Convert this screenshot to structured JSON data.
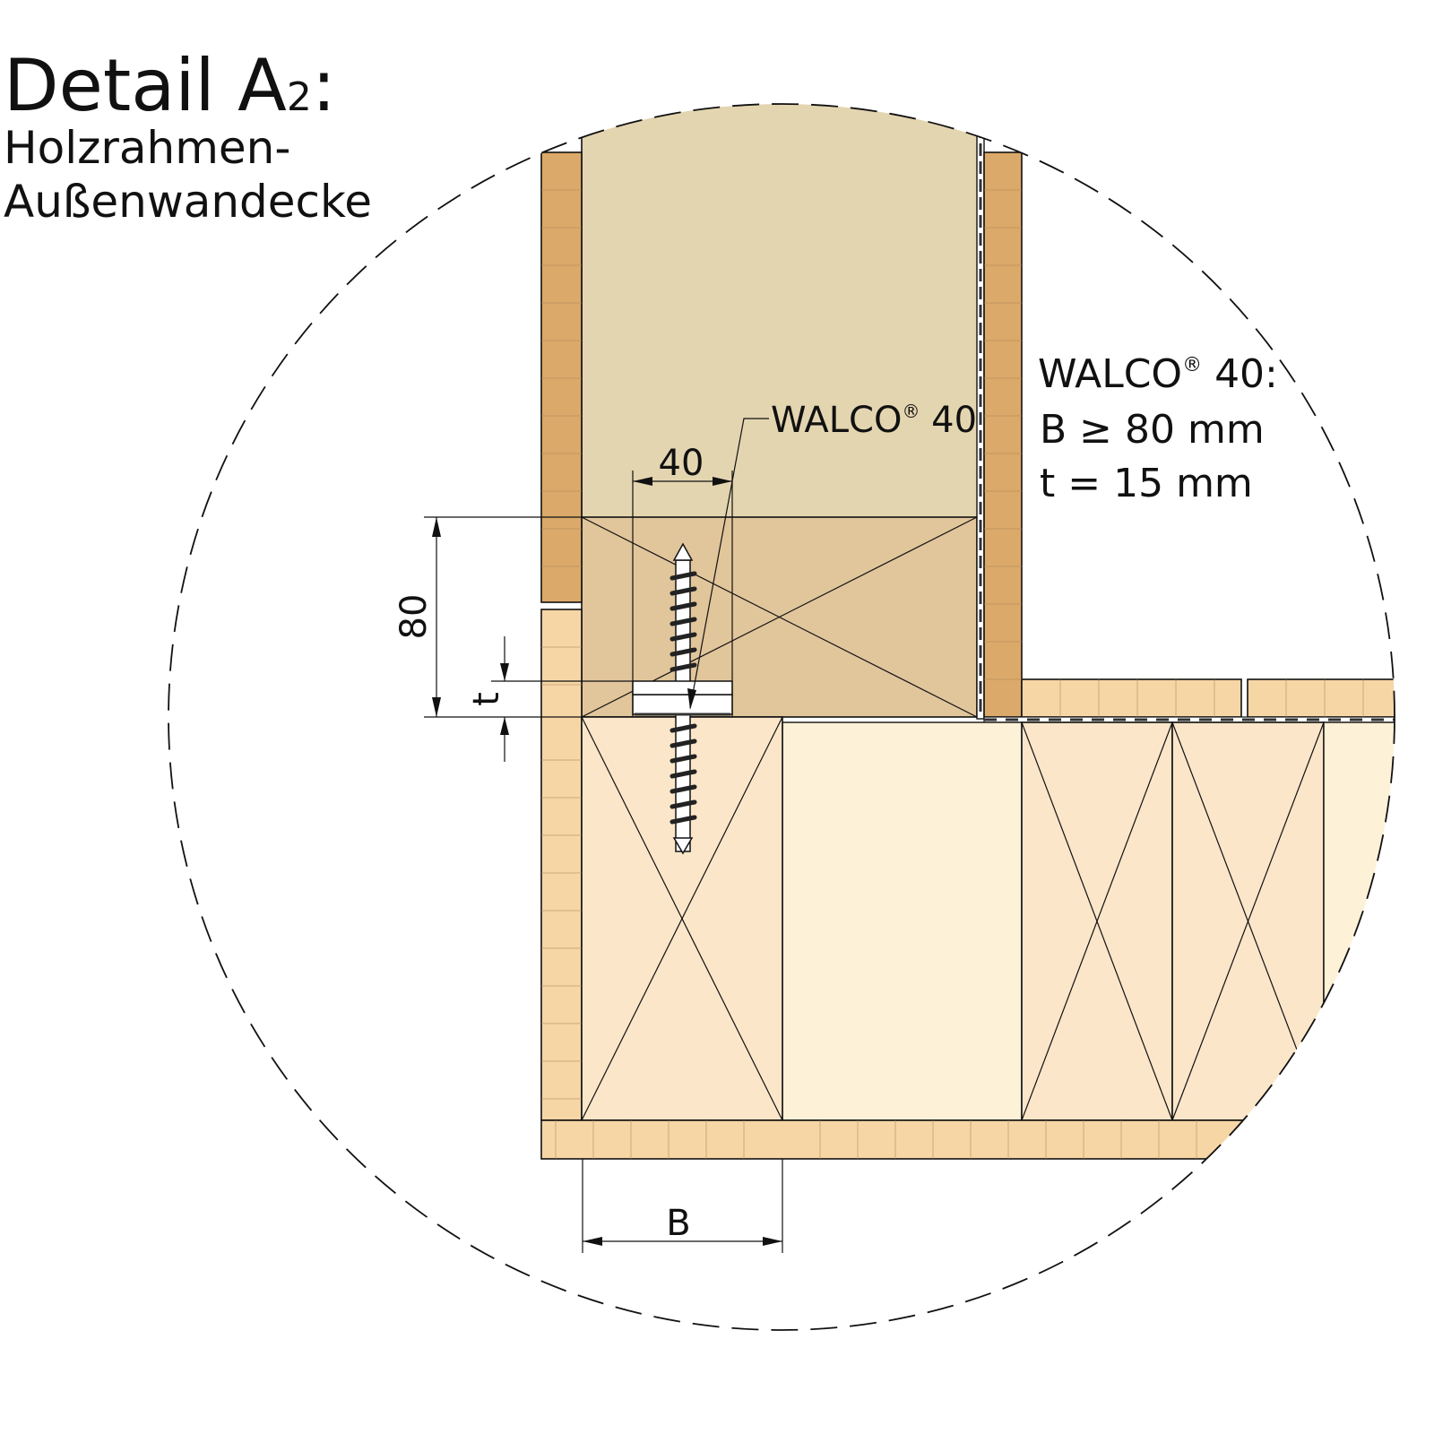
{
  "title": {
    "main": "Detail A",
    "subscript": "2",
    "suffix": ":",
    "line2": "Holzrahmen-",
    "line3": "Außenwandecke"
  },
  "callout": {
    "label": "WALCO",
    "reg": "®",
    "number": "40"
  },
  "spec": {
    "line1_label": "WALCO",
    "line1_reg": "®",
    "line1_rest": " 40:",
    "line2": "B ≥ 80 mm",
    "line3": "t = 15 mm"
  },
  "dimensions": {
    "width_top": "40",
    "height_left": "80",
    "thickness": "t",
    "width_bottom": "B"
  },
  "colors": {
    "board_dark": "#dba96a",
    "board_light": "#f7d6a6",
    "insulation": "#e3d5b0",
    "plate": "#e1c59b",
    "joist": "#fbe6c9",
    "cavity": "#fdf1d8"
  }
}
